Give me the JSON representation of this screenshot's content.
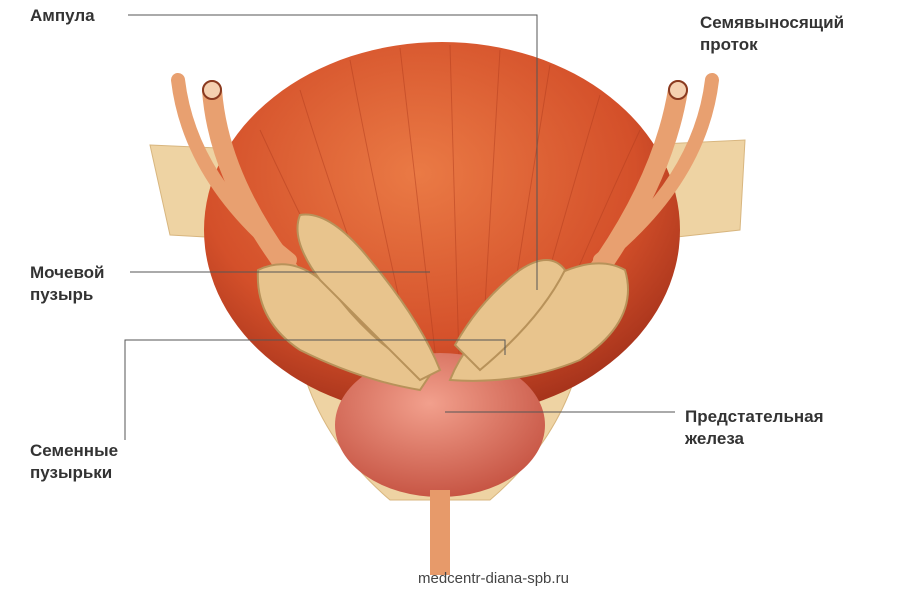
{
  "labels": {
    "ampulla": "Ампула",
    "vas_deferens": [
      "Семявыносящий",
      "проток"
    ],
    "bladder": [
      "Мочевой",
      "пузырь"
    ],
    "seminal_vesicles": [
      "Семенные",
      "пузырьки"
    ],
    "prostate": [
      "Предстательная",
      "железа"
    ]
  },
  "watermark": "medcentr-diana-spb.ru",
  "colors": {
    "muscle": "#d9582a",
    "gland": "#e8c48d",
    "prostate": "#d9705e",
    "line": "#555555"
  }
}
